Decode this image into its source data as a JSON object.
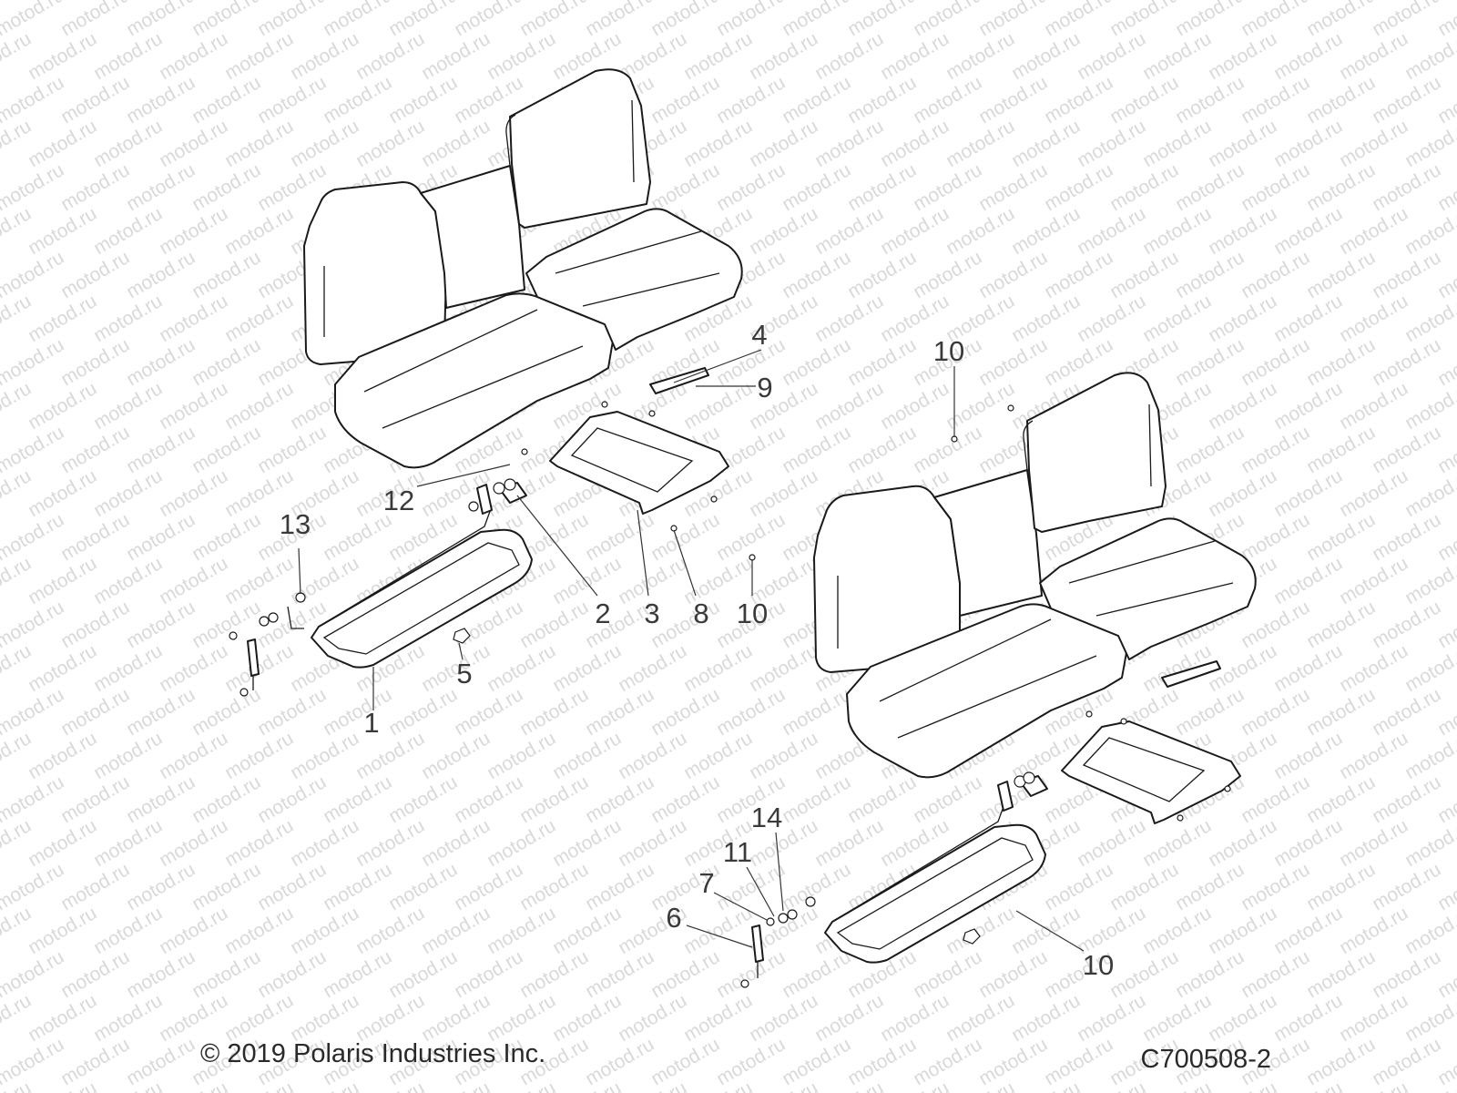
{
  "watermark": {
    "text": "motod.ru"
  },
  "diagram": {
    "callouts": [
      {
        "id": "c4",
        "label": "4"
      },
      {
        "id": "c9",
        "label": "9"
      },
      {
        "id": "c10a",
        "label": "10"
      },
      {
        "id": "c12",
        "label": "12"
      },
      {
        "id": "c13",
        "label": "13"
      },
      {
        "id": "c2",
        "label": "2"
      },
      {
        "id": "c3",
        "label": "3"
      },
      {
        "id": "c8",
        "label": "8"
      },
      {
        "id": "c10b",
        "label": "10"
      },
      {
        "id": "c5",
        "label": "5"
      },
      {
        "id": "c1",
        "label": "1"
      },
      {
        "id": "c14",
        "label": "14"
      },
      {
        "id": "c11",
        "label": "11"
      },
      {
        "id": "c7",
        "label": "7"
      },
      {
        "id": "c6",
        "label": "6"
      },
      {
        "id": "c10c",
        "label": "10"
      }
    ]
  },
  "footer": {
    "copyright": "© 2019 Polaris Industries Inc.",
    "diagram_code": "C700508-2"
  }
}
